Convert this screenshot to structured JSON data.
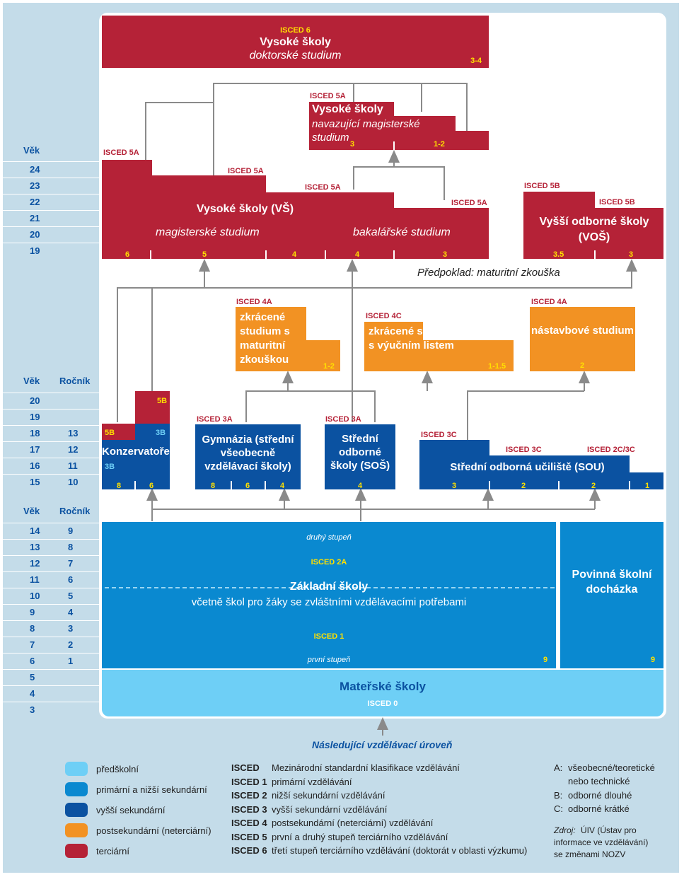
{
  "age_blocks": {
    "upper": {
      "header_age": "Věk",
      "ages": [
        "24",
        "23",
        "22",
        "21",
        "20",
        "19"
      ]
    },
    "middle": {
      "header_age": "Věk",
      "header_grade": "Ročník",
      "rows": [
        {
          "age": "20",
          "grade": ""
        },
        {
          "age": "19",
          "grade": ""
        },
        {
          "age": "18",
          "grade": "13"
        },
        {
          "age": "17",
          "grade": "12"
        },
        {
          "age": "16",
          "grade": "11"
        },
        {
          "age": "15",
          "grade": "10"
        }
      ]
    },
    "lower": {
      "header_age": "Věk",
      "header_grade": "Ročník",
      "rows": [
        {
          "age": "14",
          "grade": "9"
        },
        {
          "age": "13",
          "grade": "8"
        },
        {
          "age": "12",
          "grade": "7"
        },
        {
          "age": "11",
          "grade": "6"
        },
        {
          "age": "10",
          "grade": "5"
        },
        {
          "age": "9",
          "grade": "4"
        },
        {
          "age": "8",
          "grade": "3"
        },
        {
          "age": "7",
          "grade": "2"
        },
        {
          "age": "6",
          "grade": "1"
        },
        {
          "age": "5",
          "grade": ""
        },
        {
          "age": "4",
          "grade": ""
        },
        {
          "age": "3",
          "grade": ""
        }
      ]
    }
  },
  "tertiary": {
    "doctoral": {
      "isced": "ISCED 6",
      "title": "Vysoké školy",
      "subtitle": "doktorské studium",
      "years": "3-4"
    },
    "master_follow": {
      "isced": "ISCED 5A",
      "title": "Vysoké školy",
      "subtitle": "navazující magisterské studium",
      "years_a": "3",
      "years_b": "1-2"
    },
    "vs": {
      "isced_a": "ISCED 5A",
      "isced_b": "ISCED 5A",
      "isced_c": "ISCED 5A",
      "isced_d": "ISCED 5A",
      "title": "Vysoké školy (VŠ)",
      "sub_master": "magisterské studium",
      "sub_bachelor": "bakalářské studium",
      "years": [
        "6",
        "5",
        "4",
        "4",
        "3"
      ]
    },
    "vos": {
      "isced_a": "ISCED 5B",
      "isced_b": "ISCED 5B",
      "title": "Vyšší odborné školy (VOŠ)",
      "years_a": "3.5",
      "years_b": "3"
    }
  },
  "prerequisite": "Předpoklad: maturitní zkouška",
  "post_secondary": {
    "short_maturita": {
      "isced": "ISCED 4A",
      "title": "zkrácené studium s maturitní zkouškou",
      "years": "1-2"
    },
    "short_certificate": {
      "isced": "ISCED 4C",
      "title": "zkrácené studium s výučním listem",
      "years": "1-1.5"
    },
    "follow_up": {
      "isced": "ISCED 4A",
      "title": "nástavbové studium",
      "years": "2"
    }
  },
  "upper_secondary": {
    "conservatory": {
      "title": "Konzervatoře",
      "isced_5b_top": "5B",
      "isced_5b_side": "5B",
      "isced_3b_a": "3B",
      "isced_3b_b": "3B",
      "years_a": "8",
      "years_b": "6"
    },
    "gymnasium": {
      "isced": "ISCED 3A",
      "title": "Gymnázia (střední všeobecně vzdělávací školy)",
      "years": [
        "8",
        "6",
        "4"
      ]
    },
    "sos": {
      "isced": "ISCED 3A",
      "title": "Střední odborné školy (SOŠ)",
      "years": "4"
    },
    "sou": {
      "isced_a": "ISCED 3C",
      "isced_b": "ISCED 3C",
      "isced_c": "ISCED 2C/3C",
      "title": "Střední odborná učiliště (SOU)",
      "years": [
        "3",
        "2",
        "2",
        "1"
      ]
    }
  },
  "basic": {
    "second_stage": "druhý stupeň",
    "isced_2a": "ISCED 2A",
    "title": "Základní školy",
    "subtitle": "včetně škol pro žáky se zvláštními vzdělávacími potřebami",
    "isced_1": "ISCED 1",
    "first_stage": "první stupeň",
    "years": "9",
    "compulsory": {
      "title": "Povinná školní docházka",
      "years": "9"
    }
  },
  "preschool": {
    "title": "Mateřské školy",
    "isced": "ISCED 0"
  },
  "next_level": "Následující vzdělávací úroveň",
  "legend": {
    "colors": [
      {
        "label": "předškolní",
        "color": "#6ecff6"
      },
      {
        "label": "primární a nižší sekundární",
        "color": "#0a89d0"
      },
      {
        "label": "vyšší sekundární",
        "color": "#0b52a1"
      },
      {
        "label": "postsekundární (neterciární)",
        "color": "#f29223"
      },
      {
        "label": "terciární",
        "color": "#b52237"
      }
    ],
    "definitions": [
      {
        "key": "ISCED",
        "value": "Mezinárodní standardní klasifikace vzdělávání"
      },
      {
        "key": "ISCED 1",
        "value": "primární vzdělávání"
      },
      {
        "key": "ISCED 2",
        "value": "nižší sekundární vzdělávání"
      },
      {
        "key": "ISCED 3",
        "value": "vyšší sekundární vzdělávání"
      },
      {
        "key": "ISCED 4",
        "value": "postsekundární (neterciární) vzdělávání"
      },
      {
        "key": "ISCED 5",
        "value": "první a druhý stupeň terciárního vzdělávání"
      },
      {
        "key": "ISCED 6",
        "value": "třetí stupeň terciárního vzdělávání (doktorát v oblasti výzkumu)"
      }
    ],
    "letters": [
      {
        "key": "A:",
        "value1": "všeobecné/teoretické",
        "value2": "nebo technické"
      },
      {
        "key": "B:",
        "value1": "odborné dlouhé",
        "value2": ""
      },
      {
        "key": "C:",
        "value1": "odborné krátké",
        "value2": ""
      }
    ],
    "source": {
      "label": "Zdroj:",
      "text1": "ÚIV (Ústav pro",
      "text2": "informace ve vzdělávání)",
      "text3": "se změnami NOZV"
    }
  }
}
